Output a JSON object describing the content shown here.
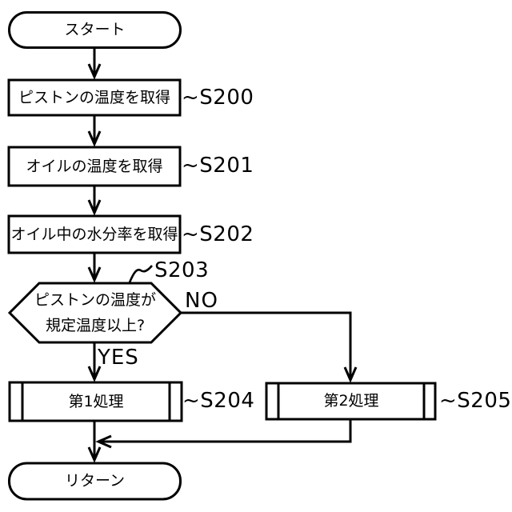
{
  "figure": {
    "type": "flowchart",
    "colors": {
      "background": "#ffffff",
      "line": "#000000",
      "text": "#000000"
    }
  },
  "nodes": {
    "start": {
      "label": "スタート"
    },
    "s200": {
      "label": "ピストンの温度を取得",
      "step": "~S200"
    },
    "s201": {
      "label": "オイルの温度を取得",
      "step": "~S201"
    },
    "s202": {
      "label": "オイル中の水分率を取得",
      "step": "~S202"
    },
    "s203": {
      "label_line1": "ピストンの温度が",
      "label_line2": "規定温度以上?",
      "step": "S203"
    },
    "s204": {
      "label": "第1処理",
      "step": "~S204"
    },
    "s205": {
      "label": "第2処理",
      "step": "~S205"
    },
    "return": {
      "label": "リターン"
    }
  },
  "edges": {
    "yes_label": "YES",
    "no_label": "NO"
  }
}
